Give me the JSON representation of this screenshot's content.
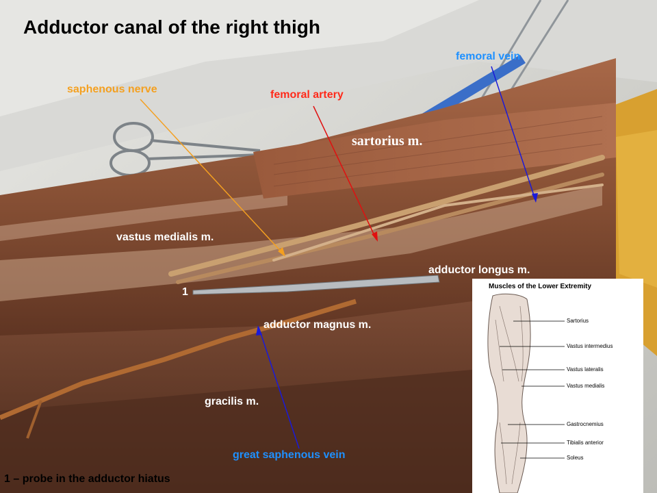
{
  "title": "Adductor canal of the right thigh",
  "caption": "1 – probe in the adductor hiatus",
  "probe_number": "1",
  "labels": {
    "femoral_vein": "femoral vein",
    "saphenous_nerve": "saphenous nerve",
    "femoral_artery": "femoral artery",
    "sartorius": "sartorius m.",
    "vastus_medialis": "vastus medialis m.",
    "adductor_longus": "adductor longus m.",
    "adductor_magnus": "adductor magnus m.",
    "gracilis": "gracilis m.",
    "great_saphenous_vein": "great saphenous vein"
  },
  "colors": {
    "blue_label": "#1e90ff",
    "orange_label": "#f4a020",
    "red_label": "#ff2a1a",
    "white_label": "#ffffff",
    "arrow_blue": "#1a1ad8",
    "arrow_orange": "#f4a020",
    "arrow_red": "#e01010"
  },
  "inset": {
    "title": "Muscles of the Lower Extremity",
    "items": [
      "Sartorius",
      "Vastus intermedius",
      "Vastus lateralis",
      "Vastus medialis",
      "Gastrocnemius",
      "Tibialis anterior",
      "Soleus"
    ]
  }
}
